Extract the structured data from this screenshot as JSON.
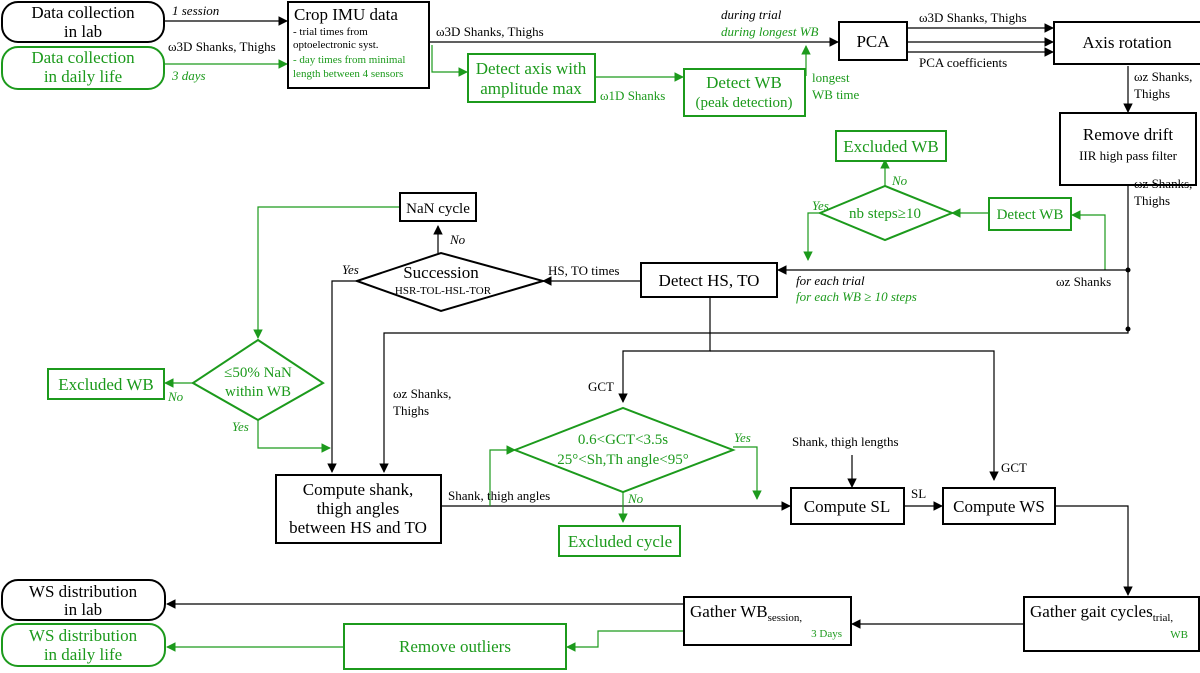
{
  "colors": {
    "black": "#000000",
    "green": "#1c9a1c"
  },
  "nodes": {
    "collect_lab": [
      "Data collection",
      "in lab"
    ],
    "collect_life": [
      "Data collection",
      "in daily life"
    ],
    "crop": {
      "title": "Crop IMU data",
      "lines_black": [
        "- trial times from",
        "optoelectronic syst."
      ],
      "lines_green": [
        "- day times from minimal",
        "length between 4 sensors"
      ]
    },
    "detect_axis": [
      "Detect axis with",
      "amplitude max"
    ],
    "detect_wb_peak": [
      "Detect WB",
      "(peak detection)"
    ],
    "pca": "PCA",
    "axis_rotation": "Axis rotation",
    "remove_drift": {
      "title": "Remove drift",
      "sub": "IIR high pass filter"
    },
    "excluded_wb_top": "Excluded WB",
    "nb_steps": "nb steps≥10",
    "detect_wb": "Detect WB",
    "nan_cycle": "NaN cycle",
    "succession": {
      "title": "Succession",
      "sub": "HSR-TOL-HSL-TOR"
    },
    "detect_hs_to": "Detect HS, TO",
    "excluded_wb_left": "Excluded WB",
    "nan_pct": [
      "≤50% NaN",
      "within WB"
    ],
    "gct_check": [
      "0.6<GCT<3.5s",
      "25°<Sh,Th angle<95°"
    ],
    "compute_angles": [
      "Compute shank,",
      "thigh angles",
      "between HS and TO"
    ],
    "compute_sl": "Compute SL",
    "compute_ws": "Compute WS",
    "excluded_cycle": "Excluded cycle",
    "ws_dist_lab": [
      "WS distribution",
      "in lab"
    ],
    "ws_dist_life": [
      "WS distribution",
      "in daily life"
    ],
    "gather_wb": {
      "main": "Gather WB",
      "sub": "session,",
      "note": "3 Days"
    },
    "gather_gait": {
      "main": "Gather gait cycles",
      "sub": "trial,",
      "note": "WB"
    },
    "remove_outliers": "Remove outliers"
  },
  "labels": {
    "one_session": "1 session",
    "three_days": "3 days",
    "omega_3d_input": "ω3D Shanks, Thighs",
    "omega_3d_crop": "ω3D Shanks, Thighs",
    "omega_3d_pca": "ω3D Shanks, Thighs",
    "pca_coeffs": "PCA coefficients",
    "during_trial": "during trial",
    "during_longest_wb": "during longest WB",
    "omega_1d": "ω1D Shanks",
    "longest_wb_time": [
      "longest",
      "WB time"
    ],
    "omega_z_after_rotation": [
      "ωz Shanks,",
      "Thighs"
    ],
    "omega_z_after_drift": [
      "ωz Shanks,",
      "Thighs"
    ],
    "omega_z_shanks": "ωz Shanks",
    "for_each_trial": "for each  trial",
    "for_each_wb": "for each WB ≥ 10 steps",
    "hs_to_times": "HS, TO times",
    "omega_z_angles": [
      "ωz Shanks,",
      "Thighs"
    ],
    "gct": "GCT",
    "gct_ws": "GCT",
    "shank_thigh_lengths": "Shank, thigh lengths",
    "shank_thigh_angles": "Shank, thigh angles",
    "sl": "SL",
    "yes": "Yes",
    "no": "No"
  }
}
